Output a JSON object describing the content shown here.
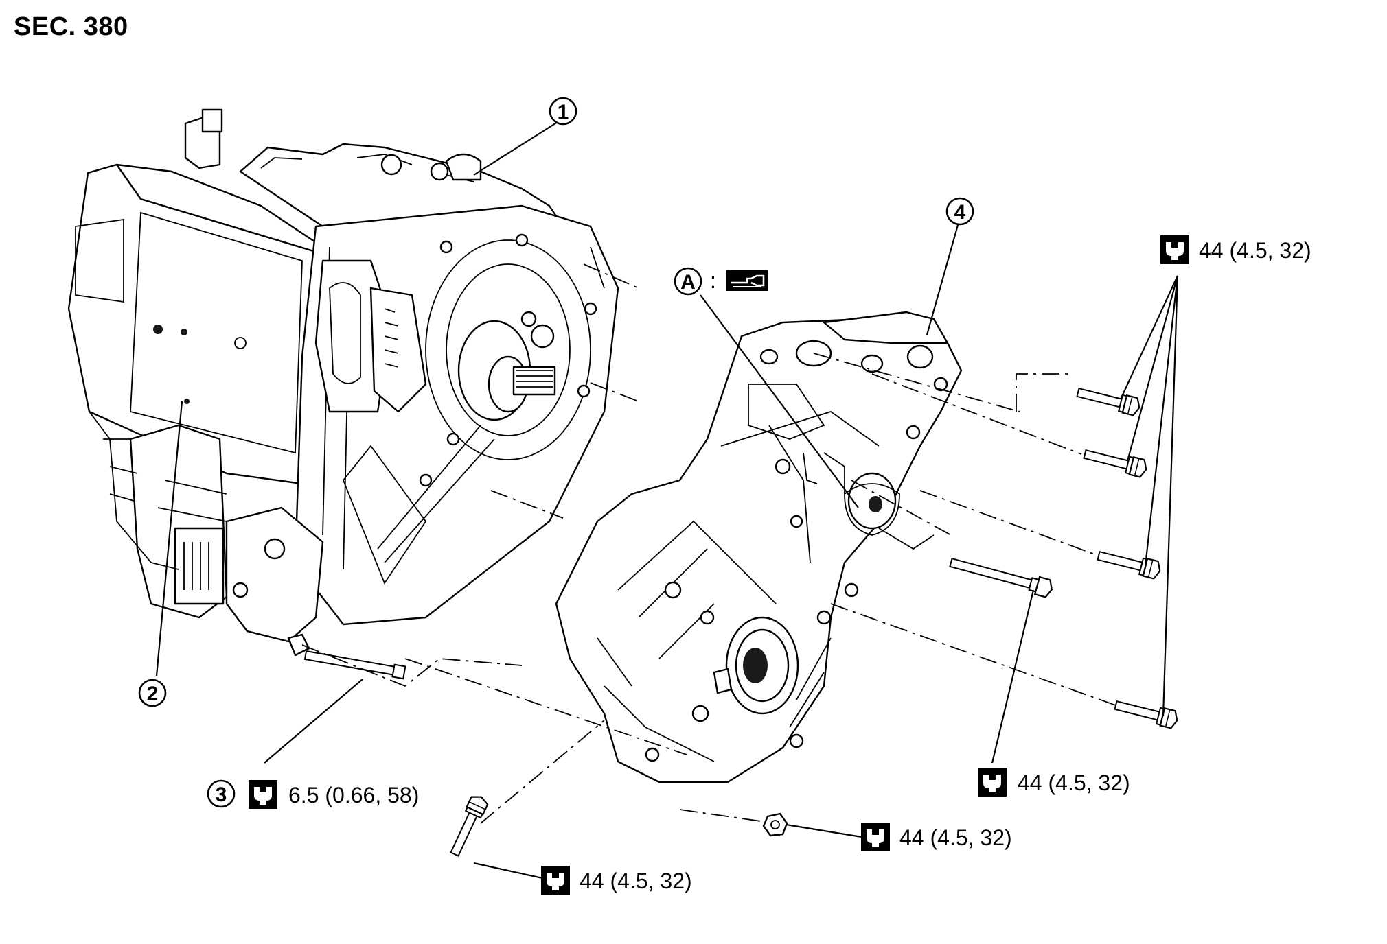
{
  "section": "SEC. 380",
  "callouts": {
    "c1": "1",
    "c2": "2",
    "c3": "3",
    "c4": "4",
    "cA": "A"
  },
  "sep_colon": ":",
  "torque": {
    "t3": "6.5 (0.66, 58)",
    "t_top_right": "44 (4.5, 32)",
    "t_mid_right": "44 (4.5, 32)",
    "t_nut": "44 (4.5, 32)",
    "t_bottom": "44 (4.5, 32)"
  },
  "icons": {
    "torque": "torque-wrench-icon",
    "sealant": "sealant-tube-icon"
  },
  "colors": {
    "ink": "#000000",
    "paper": "#ffffff"
  }
}
